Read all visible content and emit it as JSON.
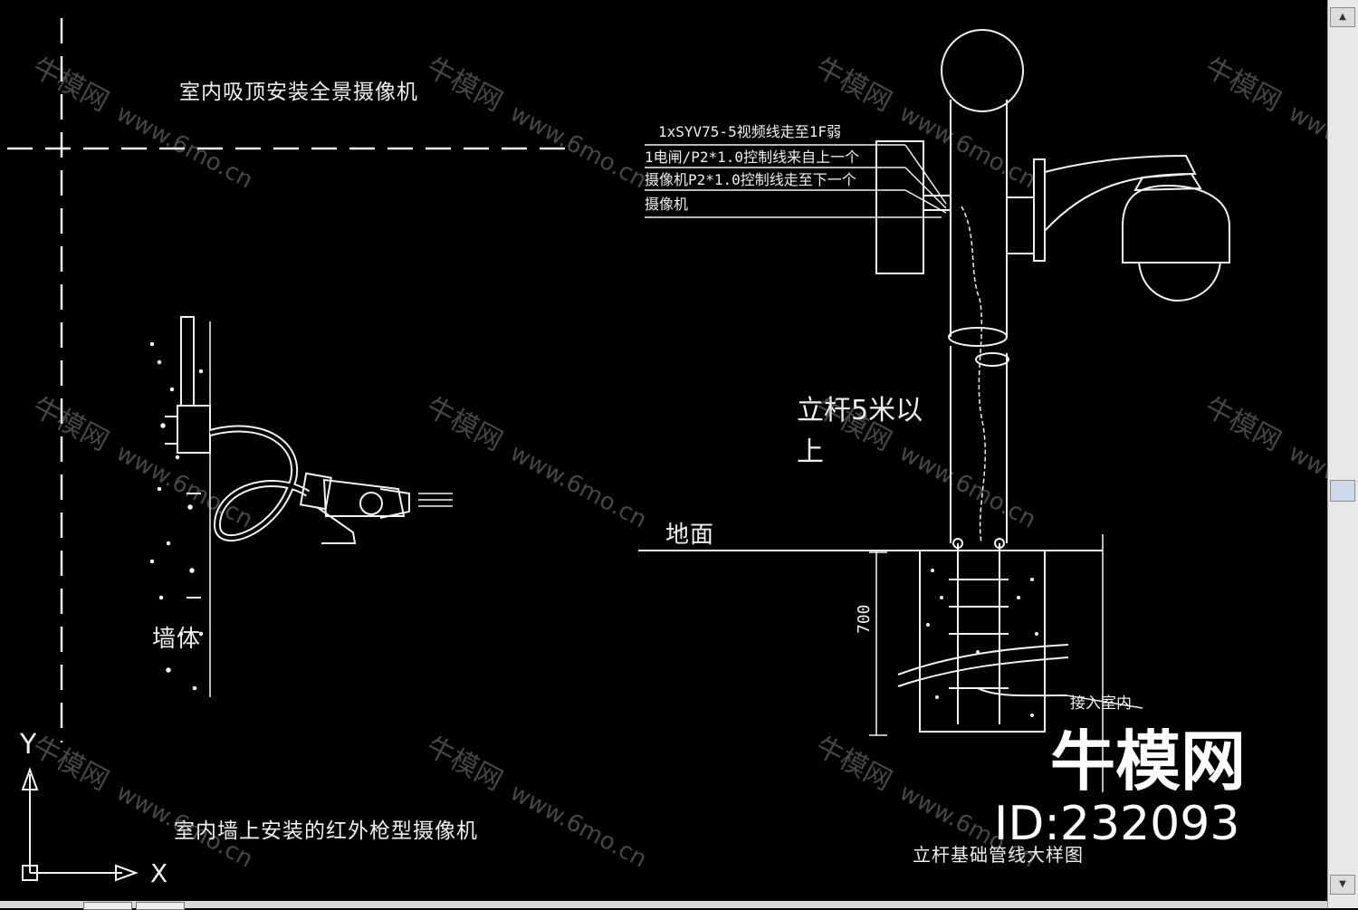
{
  "drawing": {
    "title_ceiling": "室内吸顶安装全景摄像机",
    "title_wall": "室内墙上安装的红外枪型摄像机",
    "title_pole": "立杆基础管线大样图",
    "wall_label": "墙体",
    "ground_label": "地面",
    "pole_note_line1": "立杆5米以",
    "pole_note_line2": "上",
    "depth_label": "700",
    "cable_lines": [
      "1xSYV75-5视频线走至1F弱",
      "1电闸/P2*1.0控制线来自上一个",
      "摄像机P2*1.0控制线走至下一个",
      "摄像机"
    ],
    "connect_label": "接入室内",
    "axis_y": "Y",
    "axis_x": "X"
  },
  "watermark": {
    "cn": "牛模网",
    "url": "www.6mo.cn",
    "brand": "牛模网",
    "id": "ID:232093"
  },
  "scrollbar": {
    "up_icon": "▲",
    "down_icon": "▼"
  },
  "colors": {
    "background": "#000000",
    "line": "#f2f2f2",
    "scrollbar": "#e8e8e8"
  }
}
